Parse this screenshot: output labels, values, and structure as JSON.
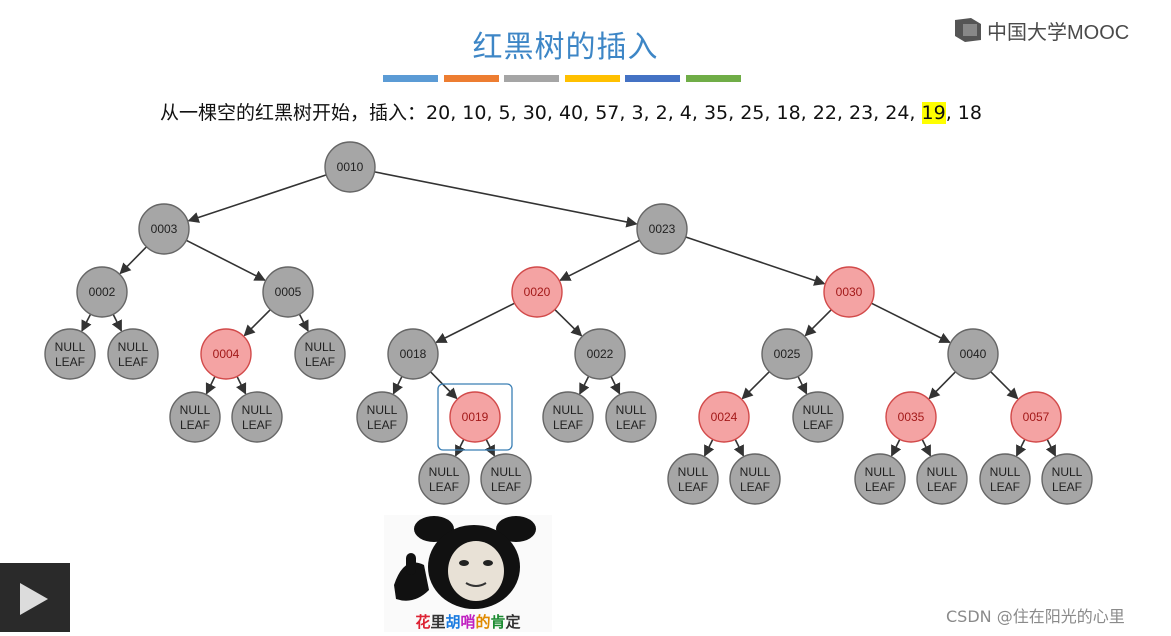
{
  "slide": {
    "title": "红黑树的插入",
    "title_color": "#3d86c6",
    "color_bars": [
      "#5b9bd5",
      "#ed7d31",
      "#a5a5a5",
      "#ffc000",
      "#4472c4",
      "#70ad47"
    ]
  },
  "logo": {
    "text": "中国大学MOOC",
    "icon": "mooc-logo-icon"
  },
  "insertion": {
    "prefix": "从一棵空的红黑树开始，插入：",
    "before": "20, 10, 5, 30, 40, 57, 3, 2, 4, 35, 25, 18, 22, 23, 24, ",
    "current": "19",
    "after": ", 18",
    "highlight_color": "#ffff00"
  },
  "tree": {
    "colors": {
      "black_fill": "#a6a6a6",
      "red_fill": "#f4a3a3",
      "red_stroke": "#d24a4a",
      "black_stroke": "#666666"
    },
    "leaf_label": [
      "NULL",
      "LEAF"
    ],
    "nodes": [
      {
        "id": "n10",
        "label": "0010",
        "color": "black",
        "parent": null
      },
      {
        "id": "n3",
        "label": "0003",
        "color": "black",
        "parent": "n10"
      },
      {
        "id": "n23",
        "label": "0023",
        "color": "black",
        "parent": "n10"
      },
      {
        "id": "n2",
        "label": "0002",
        "color": "black",
        "parent": "n3"
      },
      {
        "id": "n5",
        "label": "0005",
        "color": "black",
        "parent": "n3"
      },
      {
        "id": "n20",
        "label": "0020",
        "color": "red",
        "parent": "n23"
      },
      {
        "id": "n30",
        "label": "0030",
        "color": "red",
        "parent": "n23"
      },
      {
        "id": "n4",
        "label": "0004",
        "color": "red",
        "parent": "n5"
      },
      {
        "id": "n18",
        "label": "0018",
        "color": "black",
        "parent": "n20"
      },
      {
        "id": "n22",
        "label": "0022",
        "color": "black",
        "parent": "n20"
      },
      {
        "id": "n25",
        "label": "0025",
        "color": "black",
        "parent": "n30"
      },
      {
        "id": "n40",
        "label": "0040",
        "color": "black",
        "parent": "n30"
      },
      {
        "id": "n19",
        "label": "0019",
        "color": "red",
        "parent": "n18",
        "selected": true
      },
      {
        "id": "n24",
        "label": "0024",
        "color": "red",
        "parent": "n25"
      },
      {
        "id": "n35",
        "label": "0035",
        "color": "red",
        "parent": "n40"
      },
      {
        "id": "n57",
        "label": "0057",
        "color": "red",
        "parent": "n40"
      }
    ]
  },
  "meme": {
    "caption": [
      "花",
      "里",
      "胡",
      "哨",
      "的",
      "肯",
      "定"
    ]
  },
  "player": {
    "icon": "play-icon"
  },
  "watermark": "CSDN @住在阳光的心里"
}
